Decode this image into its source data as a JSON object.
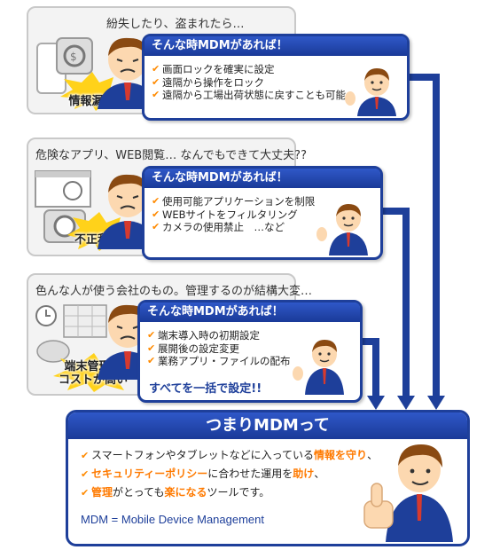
{
  "problems": [
    {
      "title": "紛失したり、盗まれたら…",
      "label": "情報漏えい"
    },
    {
      "title": "危険なアプリ、WEB閲覧… なんでもできて大丈夫??",
      "label": "不正利用"
    },
    {
      "title": "色んな人が使う会社のもの。管理するのが結構大変…",
      "label_line1": "端末管理の",
      "label_line2": "コストが高い"
    }
  ],
  "solutions": [
    {
      "heading": "そんな時MDMがあれば！",
      "items": [
        "画面ロックを確実に設定",
        "遠隔から操作をロック",
        "遠隔から工場出荷状態に戻すことも可能"
      ]
    },
    {
      "heading": "そんな時MDMがあれば！",
      "items": [
        "使用可能アプリケーションを制限",
        "WEBサイトをフィルタリング",
        "カメラの使用禁止　…など"
      ]
    },
    {
      "heading": "そんな時MDMがあれば！",
      "items": [
        "端末導入時の初期設定",
        "展開後の設定変更",
        "業務アプリ・ファイルの配布"
      ],
      "footer": "すべてを一括で設定!!"
    }
  ],
  "summary": {
    "heading": "つまりMDMって",
    "line1_a": "スマートフォンやタブレットなどに入っている",
    "line1_hl": "情報を守り",
    "line1_b": "、",
    "line2_hl1": "セキュリティーポリシー",
    "line2_a": "に合わせた運用を",
    "line2_hl2": "助け",
    "line2_b": "、",
    "line3_hl1": "管理",
    "line3_a": "がとっても",
    "line3_hl2": "楽になる",
    "line3_b": "ツールです。",
    "definition": "MDM = Mobile Device Management"
  },
  "colors": {
    "navy": "#1e3f9a",
    "orange": "#ff7a00",
    "burst": "#ffd21a"
  }
}
